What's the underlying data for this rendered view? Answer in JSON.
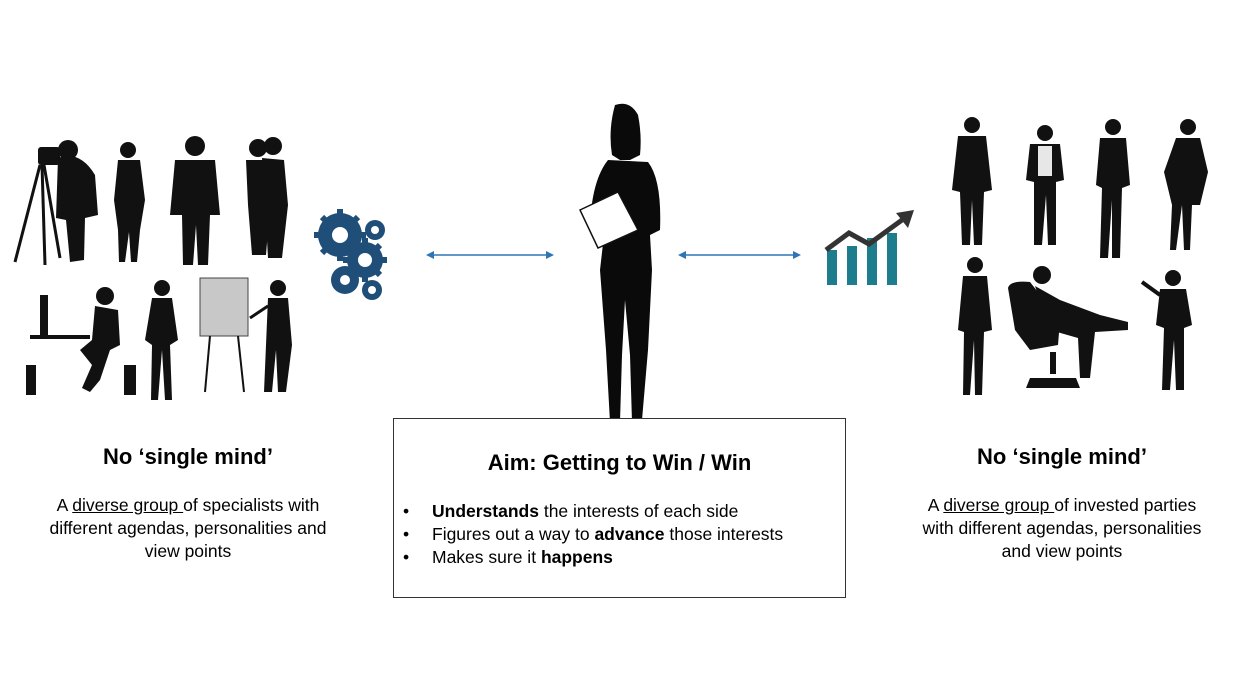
{
  "left": {
    "heading": "No ‘single mind’",
    "desc_prefix": "A ",
    "desc_underlined": "diverse group ",
    "desc_line1_rest": "of specialists with",
    "desc_line2": "different agendas, personalities and",
    "desc_line3": "view points"
  },
  "right": {
    "heading": "No ‘single mind’",
    "desc_prefix": "A ",
    "desc_underlined": "diverse group ",
    "desc_line1_rest": "of invested parties",
    "desc_line2": "with different agendas, personalities",
    "desc_line3": "and view points"
  },
  "center": {
    "title": "Aim: Getting to Win / Win",
    "bullets": [
      {
        "bold": "Understands",
        "rest": " the interests of each side",
        "pre": ""
      },
      {
        "pre": "Figures out a way to ",
        "bold": "advance",
        "rest": " those interests"
      },
      {
        "pre": "Makes sure it ",
        "bold": "happens",
        "rest": ""
      }
    ]
  },
  "icons": {
    "gears": "gears-icon",
    "growth_chart": "growth-chart-icon",
    "arrow": "double-arrow-icon"
  },
  "colors": {
    "gear_blue": "#1f4e79",
    "chart_teal": "#1d7d8c",
    "chart_arrow": "#333333",
    "arrow_blue": "#2e75b6",
    "silhouette": "#111111"
  }
}
